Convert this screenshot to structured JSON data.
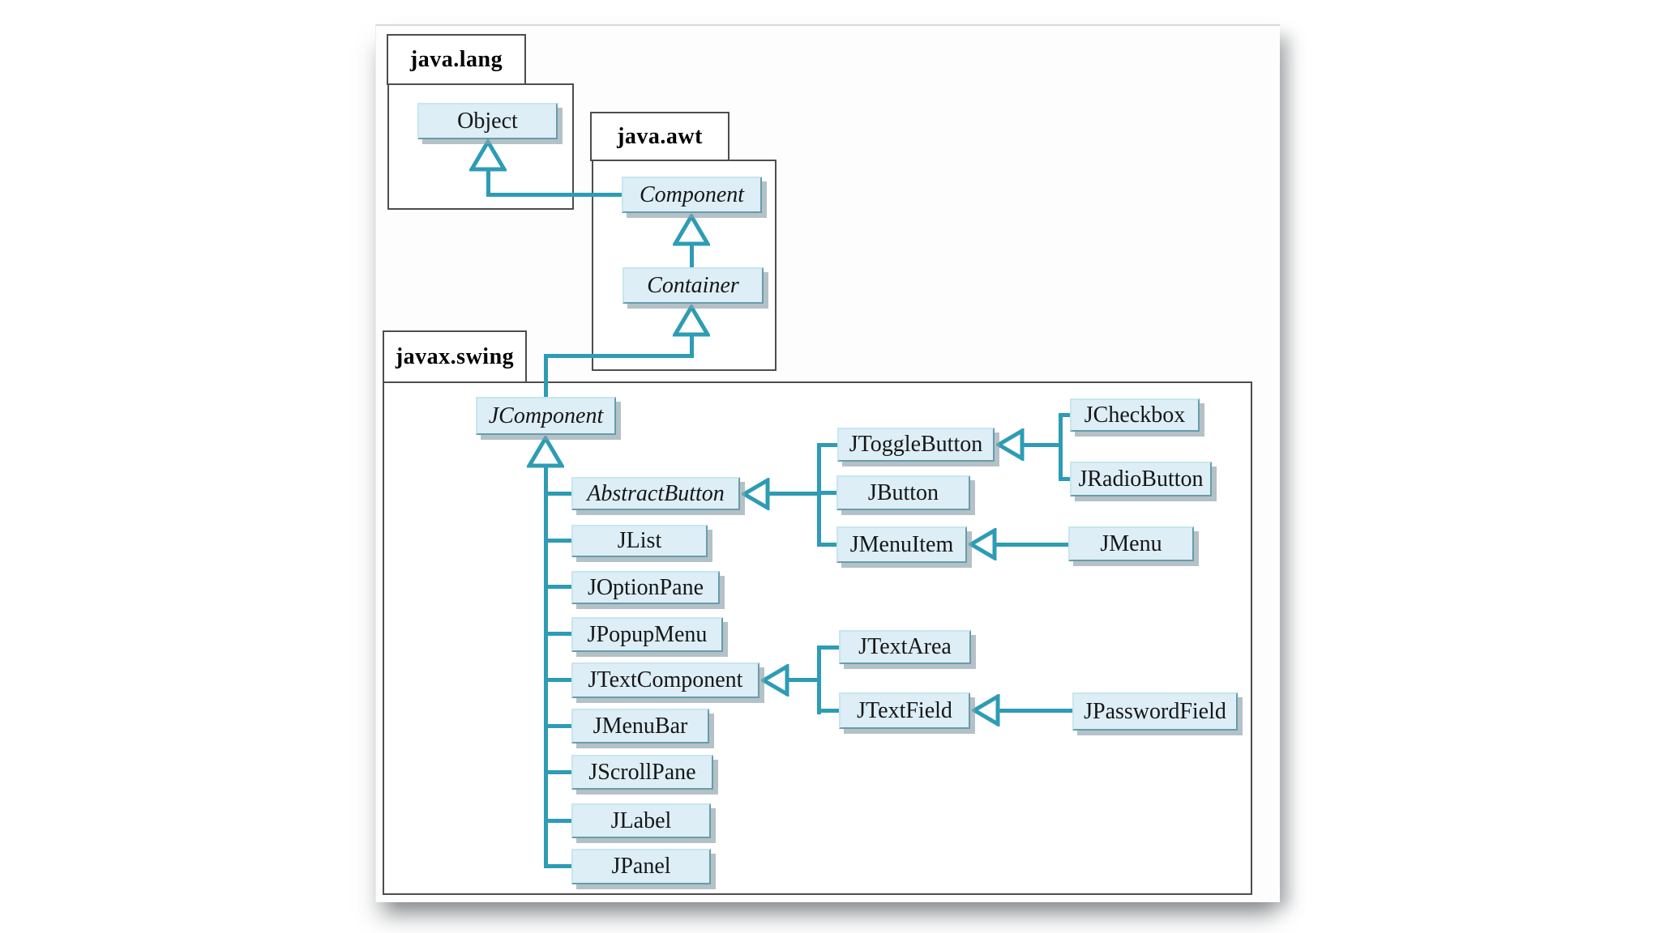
{
  "packages": [
    {
      "name": "java.lang"
    },
    {
      "name": "java.awt"
    },
    {
      "name": "javax.swing"
    }
  ],
  "classes": {
    "object": {
      "label": "Object",
      "abstract": false
    },
    "component": {
      "label": "Component",
      "abstract": true
    },
    "container": {
      "label": "Container",
      "abstract": true
    },
    "jcomponent": {
      "label": "JComponent",
      "abstract": true
    },
    "abstractbutton": {
      "label": "AbstractButton",
      "abstract": true
    },
    "jlist": {
      "label": "JList",
      "abstract": false
    },
    "joptionpane": {
      "label": "JOptionPane",
      "abstract": false
    },
    "jpopupmenu": {
      "label": "JPopupMenu",
      "abstract": false
    },
    "jtextcomponent": {
      "label": "JTextComponent",
      "abstract": false
    },
    "jmenubar": {
      "label": "JMenuBar",
      "abstract": false
    },
    "jscrollpane": {
      "label": "JScrollPane",
      "abstract": false
    },
    "jlabel": {
      "label": "JLabel",
      "abstract": false
    },
    "jpanel": {
      "label": "JPanel",
      "abstract": false
    },
    "jtogglebutton": {
      "label": "JToggleButton",
      "abstract": false
    },
    "jbutton": {
      "label": "JButton",
      "abstract": false
    },
    "jmenuitem": {
      "label": "JMenuItem",
      "abstract": false
    },
    "jcheckbox": {
      "label": "JCheckbox",
      "abstract": false
    },
    "jradiobutton": {
      "label": "JRadioButton",
      "abstract": false
    },
    "jmenu": {
      "label": "JMenu",
      "abstract": false
    },
    "jtextarea": {
      "label": "JTextArea",
      "abstract": false
    },
    "jtextfield": {
      "label": "JTextField",
      "abstract": false
    },
    "jpasswordfield": {
      "label": "JPasswordField",
      "abstract": false
    }
  },
  "colors": {
    "connector": "#2d9cb4",
    "class_box_fill": "#ddeef6",
    "class_box_border": "#679dab",
    "class_box_shadow": "#8ca0a7",
    "package_border": "#4d4d4d",
    "text": "#161616",
    "page_background": "#ffffff"
  }
}
